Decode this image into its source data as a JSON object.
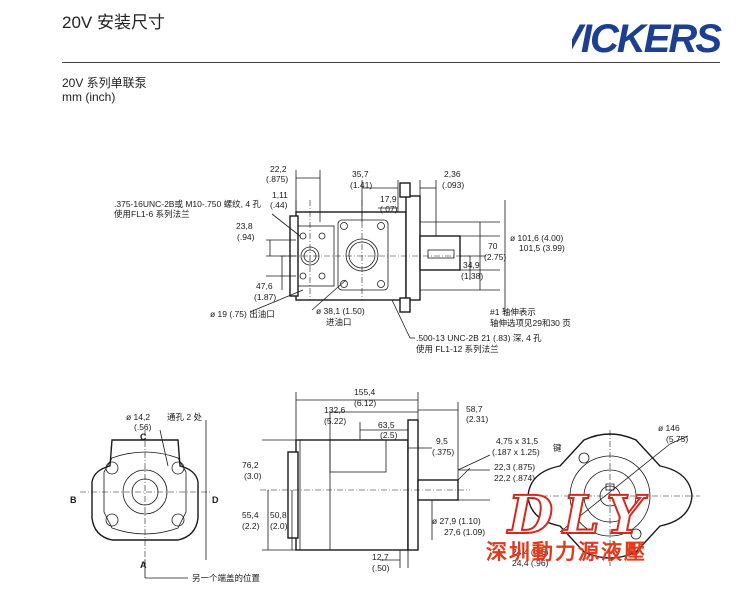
{
  "header": {
    "title": "20V 安装尺寸",
    "subtitle": "20V 系列单联泵",
    "units": "mm  (inch)"
  },
  "brand": {
    "name": "VICKERS",
    "color": "#1c3f94"
  },
  "top_view": {
    "dims": [
      {
        "id": "d1",
        "text": "22,2"
      },
      {
        "id": "d1i",
        "text": "(.875)"
      },
      {
        "id": "d2",
        "text": "1,11"
      },
      {
        "id": "d2i",
        "text": "(.44)"
      },
      {
        "id": "d3",
        "text": "35,7"
      },
      {
        "id": "d3i",
        "text": "(1.41)"
      },
      {
        "id": "d4",
        "text": "17,9"
      },
      {
        "id": "d4i",
        "text": "(.07)"
      },
      {
        "id": "d5",
        "text": "2,36"
      },
      {
        "id": "d5i",
        "text": "(.093)"
      },
      {
        "id": "d6",
        "text": "23,8"
      },
      {
        "id": "d6i",
        "text": "(.94)"
      },
      {
        "id": "d7",
        "text": "47,6"
      },
      {
        "id": "d7i",
        "text": "(1.87)"
      },
      {
        "id": "d8",
        "text": "70"
      },
      {
        "id": "d8i",
        "text": "(2.75)"
      },
      {
        "id": "d9",
        "text": "34,9"
      },
      {
        "id": "d9i",
        "text": "(1.38)"
      },
      {
        "id": "d10",
        "text": "ø 101,6 (4.00)"
      },
      {
        "id": "d10b",
        "text": "101,5 (3.99)"
      }
    ],
    "notes": {
      "thread_left_1": ".375-16UNC-2B或 M10-.750 螺纹, 4 孔",
      "thread_left_2": "使用FL1-6 系列法兰",
      "outlet": "ø 19 (.75) 出油口",
      "inlet_1": "ø 38,1 (1.50)",
      "inlet_2": "进油口",
      "shaft_1": "#1 轴伸表示",
      "shaft_2": "轴伸选项见29和30 页",
      "thread_right_1": ".500-13 UNC-2B 21 (.83)  深, 4  孔",
      "thread_right_2": "使用  FL1-12 系列法兰"
    }
  },
  "left_view": {
    "dims": [
      {
        "id": "h1",
        "text": "ø  14,2"
      },
      {
        "id": "h1i",
        "text": "(.56)"
      }
    ],
    "notes": {
      "through_hole": "通孔 2 处",
      "other_cover": "另一个端盖的位置"
    },
    "labels": {
      "a": "A",
      "b": "B",
      "c": "C",
      "d": "D"
    }
  },
  "side_view": {
    "dims": [
      {
        "id": "s1",
        "text": "155,4"
      },
      {
        "id": "s1i",
        "text": "(6.12)"
      },
      {
        "id": "s2",
        "text": "132,6"
      },
      {
        "id": "s2i",
        "text": "(5.22)"
      },
      {
        "id": "s3",
        "text": "63,5"
      },
      {
        "id": "s3i",
        "text": "(2.5)"
      },
      {
        "id": "s4",
        "text": "58,7"
      },
      {
        "id": "s4i",
        "text": "(2.31)"
      },
      {
        "id": "s5",
        "text": "9,5"
      },
      {
        "id": "s5i",
        "text": "(.375)"
      },
      {
        "id": "s6",
        "text": "76,2"
      },
      {
        "id": "s6i",
        "text": "(3.0)"
      },
      {
        "id": "s7",
        "text": "55,4"
      },
      {
        "id": "s7i",
        "text": "(2.2)"
      },
      {
        "id": "s8",
        "text": "50,8"
      },
      {
        "id": "s8i",
        "text": "(2.0)"
      },
      {
        "id": "s9",
        "text": "12,7"
      },
      {
        "id": "s9i",
        "text": "(.50)"
      },
      {
        "id": "s10",
        "text": "4,75 x 31,5"
      },
      {
        "id": "s10i",
        "text": "(.187 x 1.25)"
      },
      {
        "id": "s11",
        "text": "22,3 (.875)"
      },
      {
        "id": "s11b",
        "text": "22,2 (.874)"
      },
      {
        "id": "s12",
        "text": "ø  27,9 (1.10)"
      },
      {
        "id": "s12b",
        "text": "27,6 (1.09)"
      },
      {
        "id": "s13",
        "text": "24,4 (.96)"
      },
      {
        "id": "s13b",
        "text": "24,4 (.96)"
      }
    ],
    "notes": {
      "key": "键"
    }
  },
  "right_view": {
    "dims": [
      {
        "id": "r1",
        "text": "ø  146"
      },
      {
        "id": "r1i",
        "text": "(5.75)"
      }
    ]
  },
  "watermark": {
    "letters": "DLY",
    "company": "深圳動力源液壓",
    "color": "#e23a1c"
  }
}
